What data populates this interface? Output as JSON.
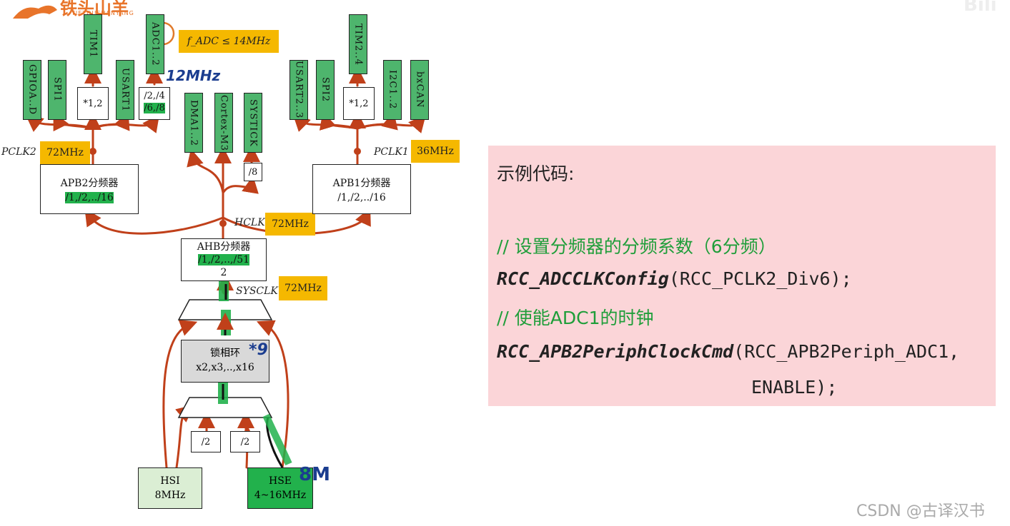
{
  "logo": {
    "name": "铁头山羊",
    "sub": "TIETOUSHANYANG"
  },
  "top_right_logo": "Bili",
  "apb2_branch": {
    "gpio": "GPIOA..D",
    "spi1": "SPI1",
    "tim1": "TIM1",
    "usart1": "USART1",
    "adc": "ADC1..2",
    "tim1_mul": "*1,2",
    "adc_div_top": "/2,/4",
    "adc_div_bottom": "/6,/8",
    "adc_freq_formula": "f_ADC ≤ 14MHz",
    "adc_freq_note": "12MHz",
    "pclk_label": "PCLK2",
    "pclk_freq": "72MHz",
    "prescaler_title": "APB2分频器",
    "prescaler_options": "/1,/2,../16"
  },
  "ahb_branch": {
    "dma": "DMA1..2",
    "cortex": "Cortex-M3",
    "systick": "SYSTICK",
    "systick_div": "/8",
    "hclk_label": "HCLK",
    "hclk_freq": "72MHz",
    "prescaler_title": "AHB分频器",
    "prescaler_options_1": "/1,/2,..,/51",
    "prescaler_options_2": "2"
  },
  "apb1_branch": {
    "usart": "USART2..3",
    "spi2": "SPI2",
    "tim": "TIM2..4",
    "i2c": "I2C1..2",
    "can": "bxCAN",
    "tim_mul": "*1,2",
    "pclk_label": "PCLK1",
    "pclk_freq": "36MHz",
    "prescaler_title": "APB1分频器",
    "prescaler_options": "/1,/2,../16"
  },
  "sysclk": {
    "label": "SYSCLK",
    "freq": "72MHz"
  },
  "pll": {
    "title": "锁相环",
    "options": "x2,x3,..,x16",
    "note": "*9"
  },
  "sources": {
    "hsi_div": "/2",
    "hse_div": "/2",
    "hsi_name": "HSI",
    "hsi_freq": "8MHz",
    "hse_name": "HSE",
    "hse_freq": "4~16MHz",
    "hse_note": "8M"
  },
  "code_panel": {
    "title": "示例代码:",
    "comment1": "// 设置分频器的分频系数（6分频）",
    "line1_fn": "RCC_ADCCLKConfig",
    "line1_args": "(RCC_PCLK2_Div6);",
    "comment2": "// 使能ADC1的时钟",
    "line2_fn": "RCC_APB2PeriphClockCmd",
    "line2_args": "(RCC_APB2Periph_ADC1,",
    "line3": "ENABLE);"
  },
  "watermark": "CSDN @古译汉书",
  "colors": {
    "arrow": "#c0401a",
    "peripheral": "#4eb56d",
    "tag": "#f5b800",
    "code_bg": "#fbd5d8",
    "comment": "#1f9e3a"
  }
}
